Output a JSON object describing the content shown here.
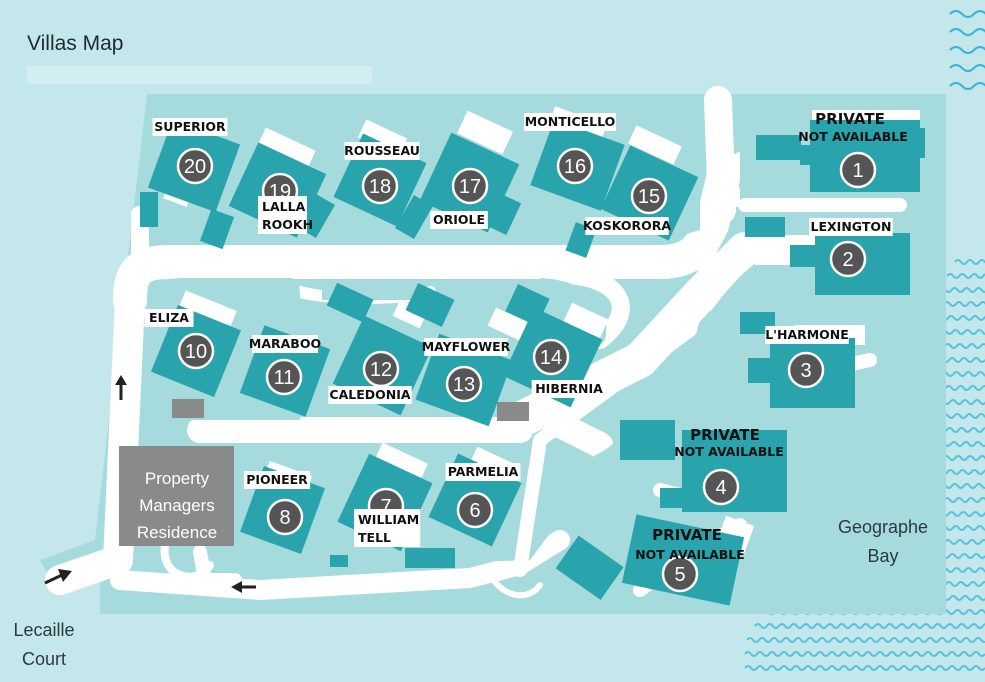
{
  "map": {
    "title": "Villas Map",
    "colors": {
      "background": "#c3e7ea",
      "land": "#a6dbdd",
      "road": "#ffffff",
      "villa": "#2aa4ac",
      "circle": "#555555",
      "managers": "#8a8a8a",
      "wave": "#3fb4d8"
    },
    "villas": [
      {
        "number": "1",
        "name": "PRIVATE",
        "note": "NOT AVAILABLE"
      },
      {
        "number": "2",
        "name": "LEXINGTON"
      },
      {
        "number": "3",
        "name": "L'HARMONE"
      },
      {
        "number": "4",
        "name": "PRIVATE",
        "note": "NOT AVAILABLE"
      },
      {
        "number": "5",
        "name": "PRIVATE",
        "note": "NOT AVAILABLE"
      },
      {
        "number": "6",
        "name": "PARMELIA"
      },
      {
        "number": "7",
        "name_lines": [
          "WILLIAM",
          "TELL"
        ]
      },
      {
        "number": "8",
        "name": "PIONEER"
      },
      {
        "number": "10",
        "name": "ELIZA"
      },
      {
        "number": "11",
        "name": "MARABOO"
      },
      {
        "number": "12",
        "name": "CALEDONIA"
      },
      {
        "number": "13",
        "name": "MAYFLOWER"
      },
      {
        "number": "14",
        "name": "HIBERNIA"
      },
      {
        "number": "15",
        "name": "KOSKORORA"
      },
      {
        "number": "16",
        "name": "MONTICELLO"
      },
      {
        "number": "17",
        "name": "ORIOLE"
      },
      {
        "number": "18",
        "name": "ROUSSEAU"
      },
      {
        "number": "19",
        "name_lines": [
          "LALLA",
          "ROOKH"
        ]
      },
      {
        "number": "20",
        "name": "SUPERIOR"
      }
    ],
    "managers_residence": [
      "Property",
      "Managers",
      "Residence"
    ],
    "bay": [
      "Geographe",
      "Bay"
    ],
    "court": [
      "Lecaille",
      "Court"
    ],
    "icons": [
      "arrow-up-icon",
      "arrow-right-icon",
      "arrow-left-icon"
    ]
  }
}
